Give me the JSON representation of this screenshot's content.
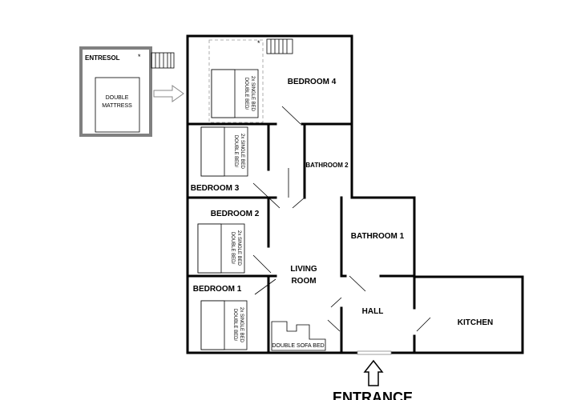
{
  "rooms": {
    "entresol": "ENTRESOL",
    "bedroom4": "BEDROOM 4",
    "bathroom2": "BATHROOM 2",
    "bedroom3": "BEDROOM 3",
    "bedroom2": "BEDROOM 2",
    "bedroom1": "BEDROOM 1",
    "living_line1": "LIVING",
    "living_line2": "ROOM",
    "bathroom1": "BATHROOM 1",
    "hall": "HALL",
    "kitchen": "KITCHEN"
  },
  "furniture": {
    "double_mattress_line1": "DOUBLE",
    "double_mattress_line2": "MATTRESS",
    "bed_line1": "DOUBLE BED/",
    "bed_line2": "2x SINGLE BED",
    "sofa_bed": "DOUBLE SOFA BED"
  },
  "symbols": {
    "star": "*"
  },
  "entrance": "ENTRANCE",
  "colors": {
    "wall": "#000000",
    "entresol_wall": "#808080",
    "dashed": "#999999",
    "arrow": "#888888"
  }
}
